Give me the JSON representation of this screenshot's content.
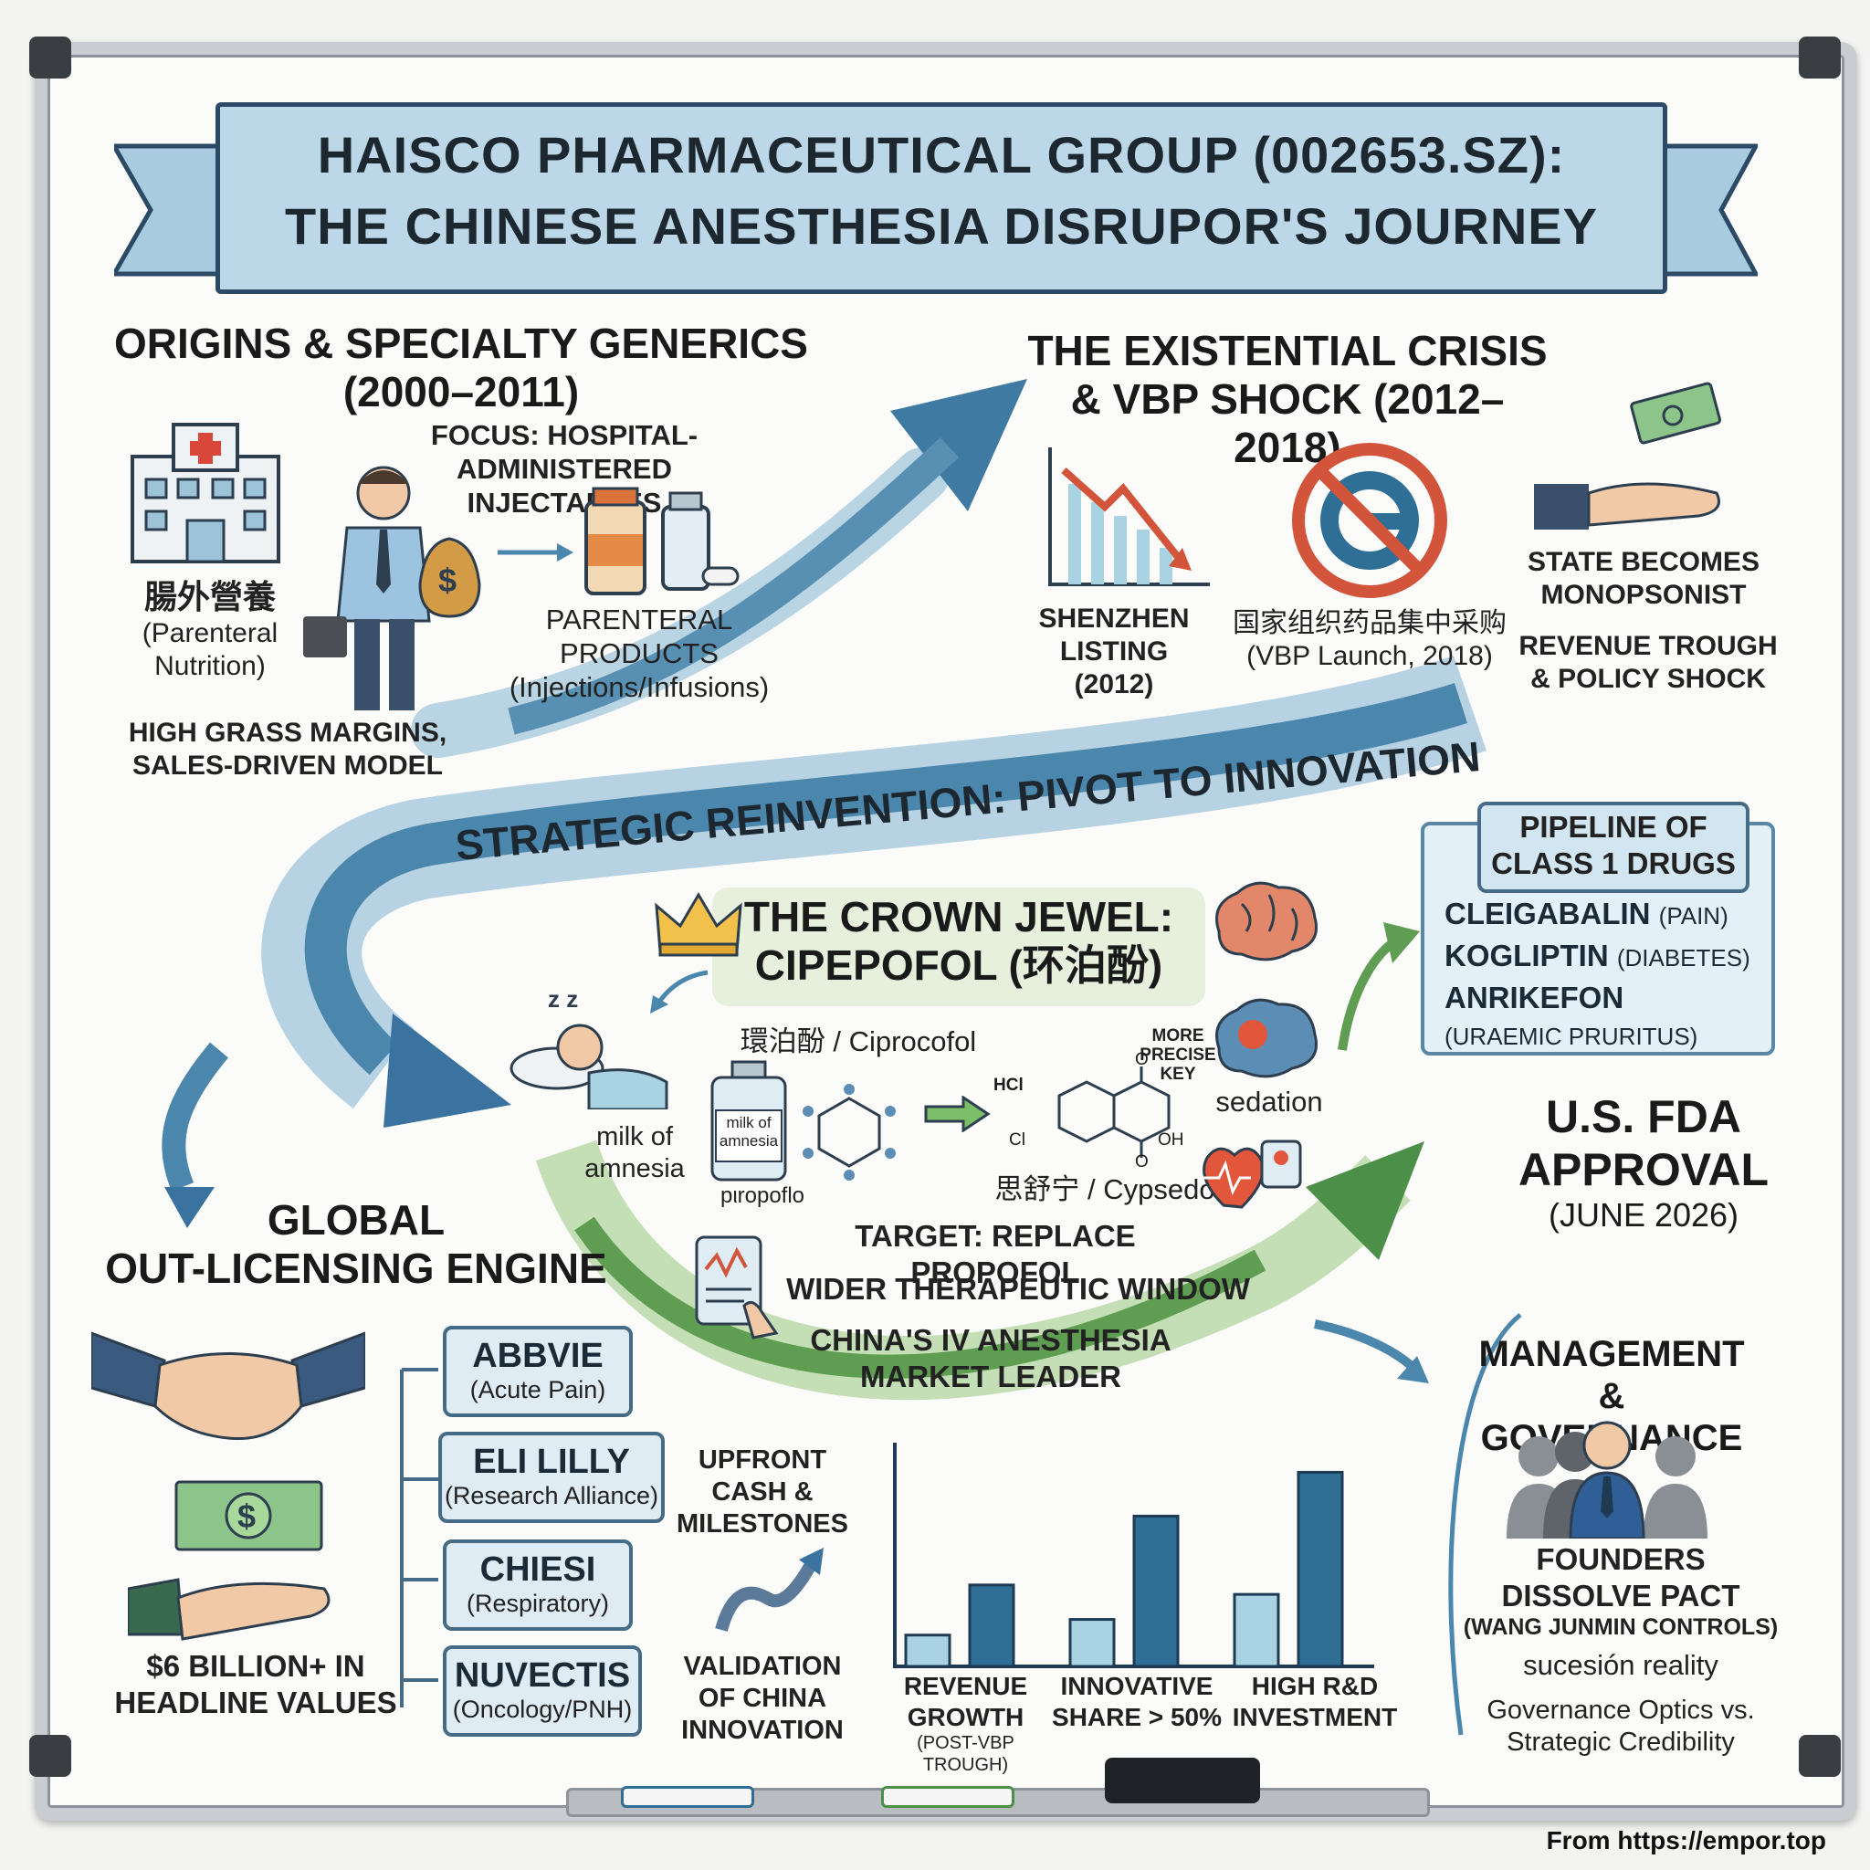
{
  "title": {
    "line1": "HAISCO PHARMACEUTICAL GROUP (002653.SZ):",
    "line2": "THE CHINESE ANESTHESIA DISRUPOR'S JOURNEY"
  },
  "origins": {
    "heading1": "ORIGINS & SPECIALTY GENERICS",
    "heading2": "(2000–2011)",
    "focus1": "FOCUS: HOSPITAL-ADMINISTERED",
    "focus2": "INJECTABLES",
    "cn_label": "腸外營養",
    "pn1": "(Parenteral",
    "pn2": "Nutrition)",
    "products1": "PARENTERAL PRODUCTS",
    "products2": "(Injections/Infusions)",
    "margins1": "HIGH GRASS MARGINS,",
    "margins2": "SALES-DRIVEN MODEL"
  },
  "crisis": {
    "heading1": "THE EXISTENTIAL CRISIS",
    "heading2": "& VBP SHOCK (2012–2018)",
    "listing1": "SHENZHEN",
    "listing2": "LISTING",
    "listing3": "(2012)",
    "vbp_cn": "国家组织药品集中采购",
    "vbp_en": "(VBP Launch, 2018)",
    "state1": "STATE BECOMES",
    "state2": "MONOPSONIST",
    "trough1": "REVENUE TROUGH",
    "trough2": "& POLICY SHOCK"
  },
  "pivot": {
    "banner": "STRATEGIC REINVENTION: PIVOT TO INNOVATION"
  },
  "crown": {
    "title1": "THE CROWN JEWEL:",
    "title2": "CIPEPOFOL (环泊酚)",
    "alt_name": "環泊酚 / Ciprocofol",
    "milk1": "milk of",
    "milk2": "amnesia",
    "vial1": "milk of",
    "vial2": "amnesia",
    "piropofol": "pιropoflo",
    "more_precise1": "MORE",
    "more_precise2": "PRECISE",
    "more_precise3": "KEY",
    "sedation": "sedation",
    "brand": "思舒宁 / Cypsedo",
    "target": "TARGET: REPLACE PROPOFOL",
    "window": "WIDER THERAPEUTIC WINDOW",
    "leader1": "CHINA'S IV ANESTHESIA",
    "leader2": "MARKET LEADER",
    "chem_hcl": "HCl",
    "chem_cl": "Cl",
    "chem_oh": "OH",
    "chem_o1": "O",
    "chem_o2": "O"
  },
  "pipeline": {
    "header1": "PIPELINE OF",
    "header2": "CLASS 1 DRUGS",
    "items": [
      {
        "name": "CLEIGABALIN",
        "note": "(PAIN)"
      },
      {
        "name": "KOGLIPTIN",
        "note": "(DIABETES)"
      },
      {
        "name": "ANRIKEFON",
        "note": ""
      }
    ],
    "item3_note": "(URAEMIC PRURITUS)"
  },
  "fda": {
    "line1": "U.S. FDA",
    "line2": "APPROVAL",
    "line3": "(JUNE 2026)"
  },
  "licensing": {
    "heading1": "GLOBAL",
    "heading2": "OUT-LICENSING ENGINE",
    "headline1": "$6 BILLION+ IN",
    "headline2": "HEADLINE VALUES",
    "partners": [
      {
        "name": "ABBVIE",
        "area": "(Acute Pain)"
      },
      {
        "name": "ELI LILLY",
        "area": "(Research Alliance)"
      },
      {
        "name": "CHIESI",
        "area": "(Respiratory)"
      },
      {
        "name": "NUVECTIS",
        "area": "(Oncology/PNH)"
      }
    ],
    "upfront1": "UPFRONT",
    "upfront2": "CASH &",
    "upfront3": "MILESTONES",
    "validation1": "VALIDATION",
    "validation2": "OF CHINA",
    "validation3": "INNOVATION"
  },
  "chart_data": {
    "type": "bar",
    "categories": [
      "REVENUE GROWTH",
      "INNOVATIVE SHARE > 50%",
      "HIGH R&D INVESTMENT"
    ],
    "series": [
      {
        "values": [
          1,
          1.5,
          2.3
        ]
      },
      {
        "values": [
          2.6,
          4.8,
          6.2
        ]
      }
    ],
    "labels": {
      "c1a": "REVENUE",
      "c1b": "GROWTH",
      "c1c": "(POST-VBP TROUGH)",
      "c2a": "INNOVATIVE",
      "c2b": "SHARE > 50%",
      "c3a": "HIGH R&D",
      "c3b": "INVESTMENT"
    },
    "ylim": [
      0,
      7
    ]
  },
  "management": {
    "heading1": "MANAGEMENT",
    "heading2": "& GOVERNANCE",
    "pact1": "FOUNDERS",
    "pact2": "DISSOLVE PACT",
    "pact3": "(WANG JUNMIN CONTROLS)",
    "succession": "sucesión reality",
    "optics1": "Governance Optics vs.",
    "optics2": "Strategic Credibility"
  },
  "footer": {
    "source": "From https://empor.top"
  }
}
